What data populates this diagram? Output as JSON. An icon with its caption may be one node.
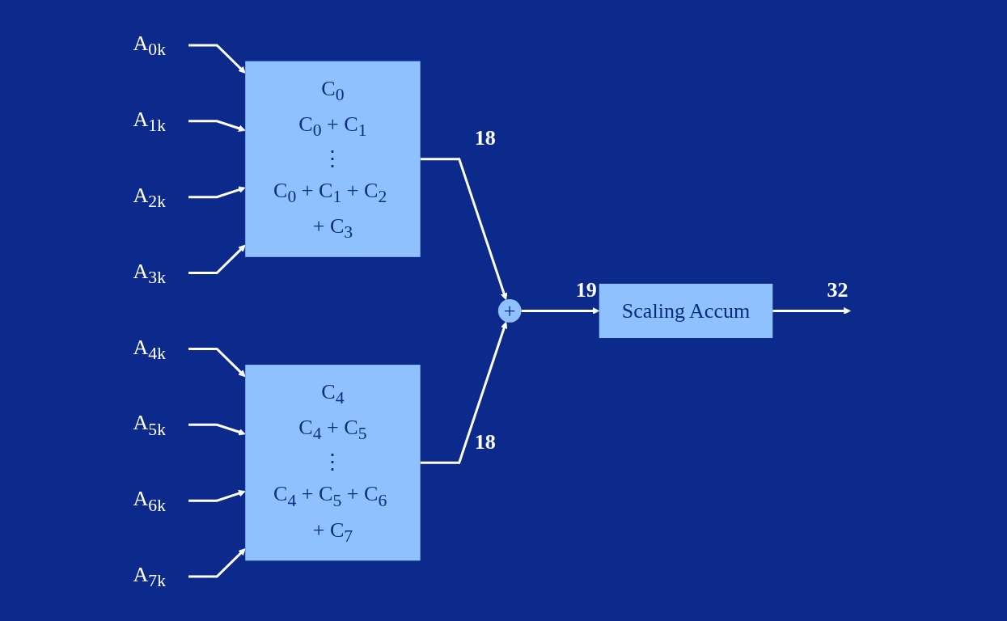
{
  "diagram": {
    "nodes": [
      {
        "text": [
          "A$_{0k}$"
        ]
      },
      {
        "text": [
          "A$_{1k}$"
        ]
      },
      {
        "text": [
          "A$_{2k}$"
        ]
      },
      {
        "text": [
          "A$_{3k}$"
        ]
      },
      {
        "text": [
          "C$_{0}$",
          "C$_{0}$ + C$_{1}$",
          "⋮",
          "C$_{0}$ + C$_{1}$ + C$_{2}$ + C$_{3}$"
        ]
      },
      {
        "text": [
          "A$_{4k}$"
        ]
      },
      {
        "text": [
          "A$_{5k}$"
        ]
      },
      {
        "text": [
          "A$_{6k}$"
        ]
      },
      {
        "text": [
          "A$_{7k}$"
        ]
      },
      {
        "text": [
          "C$_{4}$",
          "C$_{4}$ + C$_{5}$",
          "⋮",
          "C$_{4}$ + C$_{5}$ + C$_{6}$ + C$_{7}$"
        ]
      },
      {
        "text": [
          "+"
        ]
      },
      {
        "text": [
          "Scaling Accum"
        ]
      }
    ],
    "edges": [
      {
        "from": 0,
        "to": 4,
        "arrow": "to"
      },
      {
        "from": 1,
        "to": 4,
        "arrow": "to"
      },
      {
        "from": 2,
        "to": 4,
        "arrow": "to"
      },
      {
        "from": 3,
        "to": 4,
        "arrow": "to"
      },
      {
        "from": 5,
        "to": 9,
        "arrow": "to"
      },
      {
        "from": 6,
        "to": 9,
        "arrow": "to"
      },
      {
        "from": 7,
        "to": 9,
        "arrow": "to"
      },
      {
        "from": 8,
        "to": 9,
        "arrow": "to"
      },
      {
        "from": 4,
        "to": 10,
        "arrow": "to",
        "label": "18"
      },
      {
        "from": 9,
        "to": 10,
        "arrow": "to",
        "label": "18"
      },
      {
        "from": 10,
        "to": 11,
        "arrow": "to",
        "label": "19"
      },
      {
        "from": 11,
        "to": null,
        "arrow": "to",
        "label": "32"
      }
    ]
  }
}
